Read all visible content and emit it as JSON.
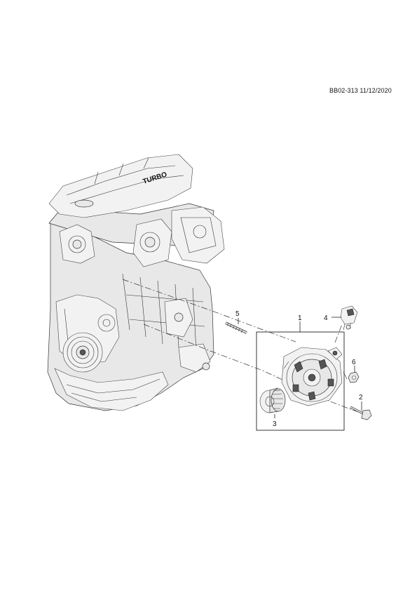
{
  "diagram": {
    "reference": "BB02-313 11/12/2020",
    "engine_cover_text": "TURBO",
    "callouts": [
      {
        "id": "1",
        "label": "1"
      },
      {
        "id": "2",
        "label": "2"
      },
      {
        "id": "3",
        "label": "3"
      },
      {
        "id": "4",
        "label": "4"
      },
      {
        "id": "5",
        "label": "5"
      },
      {
        "id": "6",
        "label": "6"
      }
    ]
  }
}
